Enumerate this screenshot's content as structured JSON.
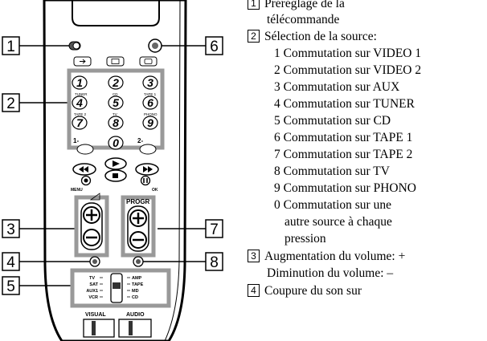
{
  "remote": {
    "callouts": [
      "1",
      "2",
      "3",
      "4",
      "5",
      "6",
      "7",
      "8"
    ],
    "number_buttons": [
      "1",
      "2",
      "3",
      "4",
      "5",
      "6",
      "7",
      "8",
      "9",
      "0"
    ],
    "key_labels": {
      "tuner": "TUNER",
      "cd": "CD",
      "tape1": "TAPE 1",
      "tape2": "TAPE 2",
      "tv": "TV",
      "phono": "PHONO",
      "minus": "1-",
      "minus2": "2-",
      "menu": "MENU",
      "ok": "OK",
      "progr": "PROGR",
      "visual": "VISUAL",
      "audio": "AUDIO"
    },
    "switch_left": [
      "TV",
      "SAT",
      "AUX1",
      "VCR"
    ],
    "switch_right": [
      "AMP",
      "TAPE",
      "MD",
      "CD"
    ]
  },
  "legend": {
    "item1_num": "1",
    "item1_line1": "Préréglage de la",
    "item1_line2": "télécommande",
    "item2_num": "2",
    "item2_title": "Sélection de la source:",
    "sub": [
      "1 Commutation sur VIDEO 1",
      "2 Commutation sur VIDEO 2",
      "3 Commutation sur AUX",
      "4 Commutation sur TUNER",
      "5 Commutation sur CD",
      "6 Commutation sur TAPE 1",
      "7 Commutation sur TAPE 2",
      "8 Commutation sur TV",
      "9 Commutation sur PHONO",
      "0 Commutation sur une"
    ],
    "sub0_cont1": "autre source à chaque",
    "sub0_cont2": "pression",
    "item3_num": "3",
    "item3_line1": "Augmentation du volume: +",
    "item3_line2": "Diminution du volume: –",
    "item4_num": "4",
    "item4_line1": "Coupure du son sur"
  }
}
